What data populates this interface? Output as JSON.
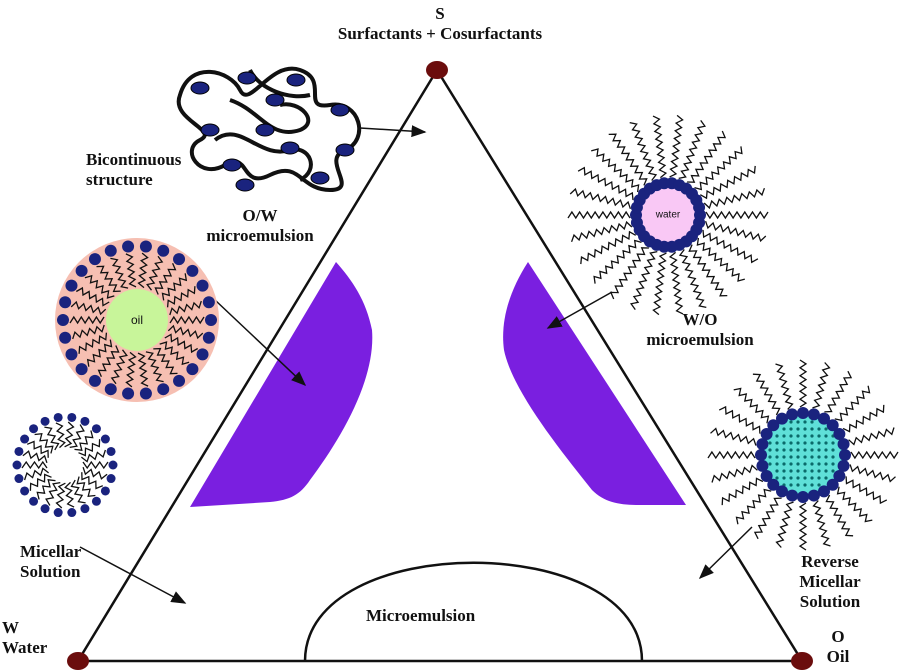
{
  "vertices": {
    "top": {
      "letter": "S",
      "name": "Surfactants + Cosurfactants"
    },
    "left": {
      "letter": "W",
      "name": "Water"
    },
    "right": {
      "letter": "O",
      "name": "Oil"
    }
  },
  "labels": {
    "bicontinuous": [
      "Bicontinuous",
      "structure"
    ],
    "ow": [
      "O/W",
      "microemulsion"
    ],
    "wo": [
      "W/O",
      "microemulsion"
    ],
    "micellar": [
      "Micellar",
      "Solution"
    ],
    "reverse": [
      "Reverse",
      "Micellar",
      "Solution"
    ],
    "microemulsion": "Microemulsion",
    "oil_core": "oil",
    "water_core": "water"
  },
  "colors": {
    "region": "#7a1fe0",
    "vertex": "#6b0d0d",
    "head": "#1a237e",
    "ow_shell": "#f6bfb2",
    "oil_core": "#c8f59a",
    "water_core": "#f9c8f5",
    "reverse_core": "#5fe0d8"
  }
}
